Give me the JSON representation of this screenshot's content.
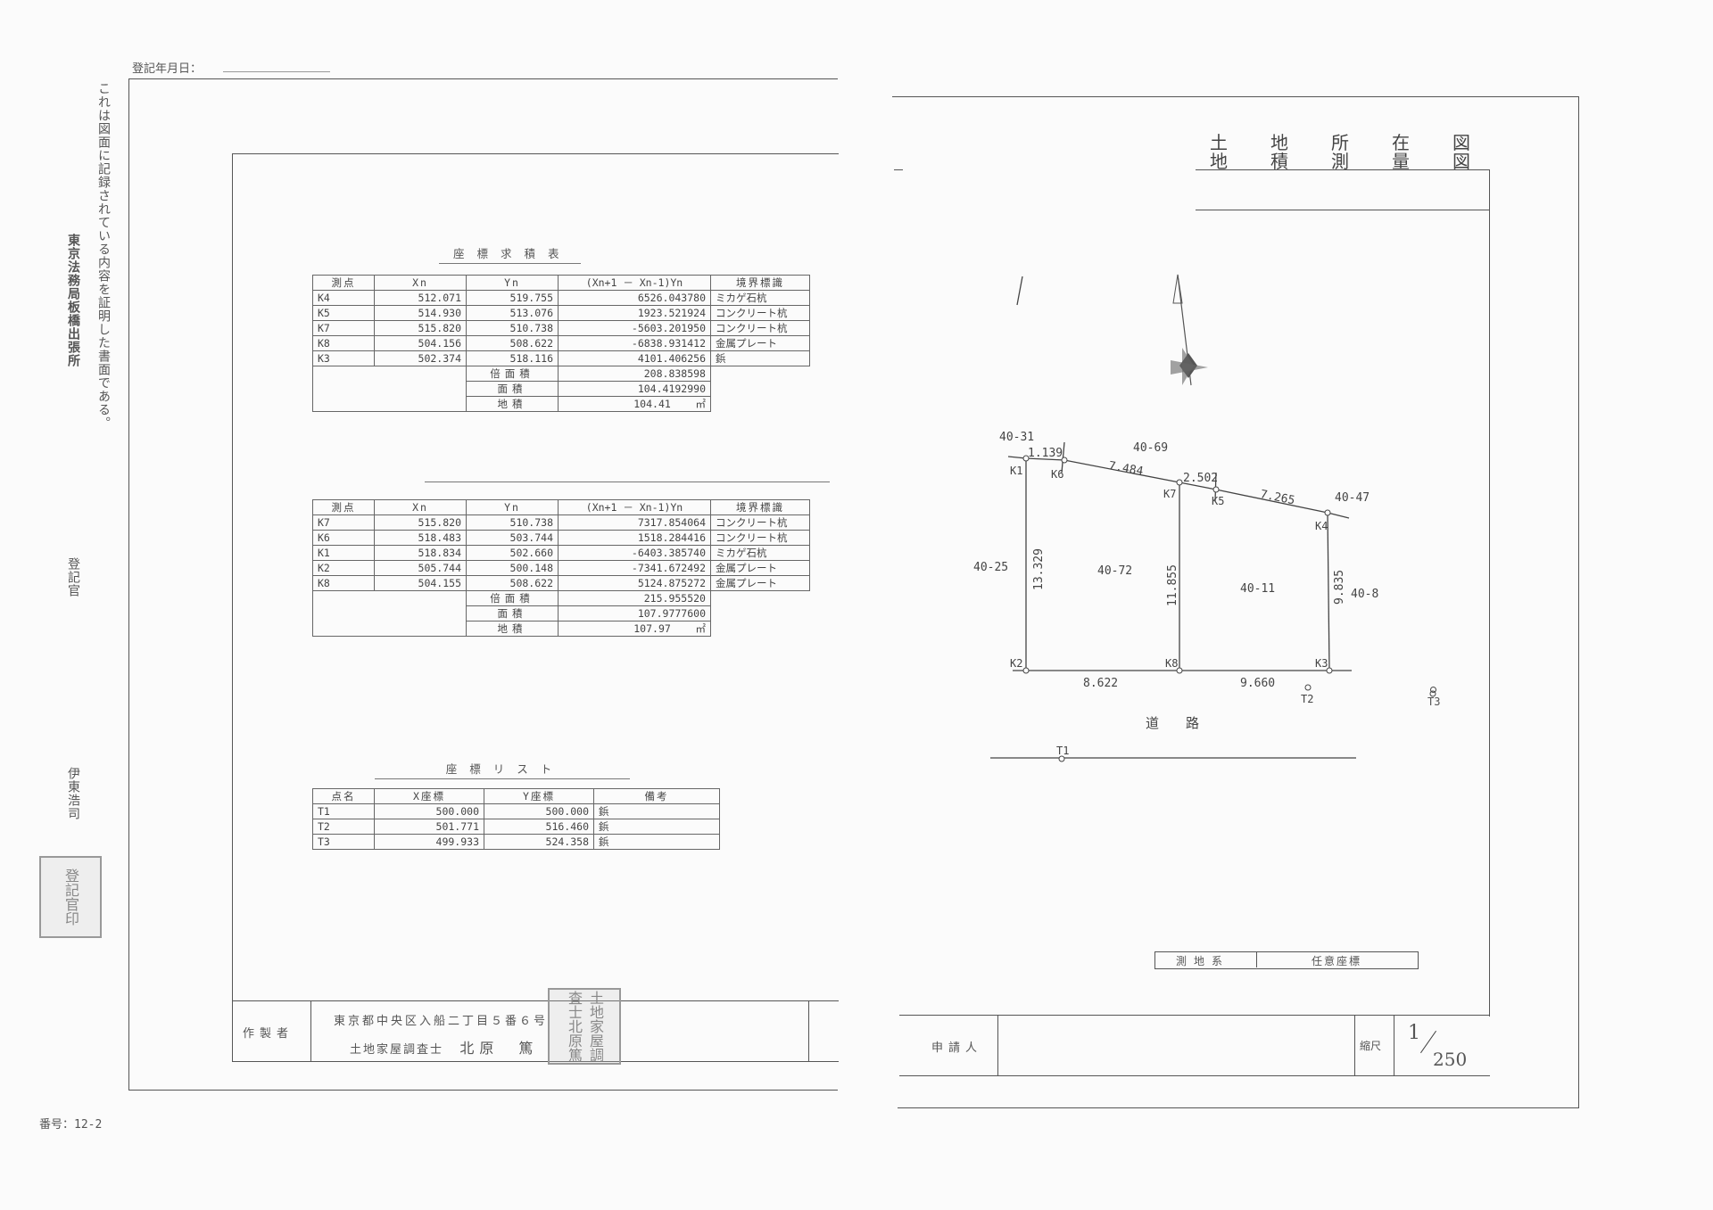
{
  "margin_left": {
    "registration_date_label": "登記年月日：",
    "certification_note": "これは図面に記録されている内容を証明した書面である。",
    "office": "東京法務局板橋出張所",
    "registrar_title": "登記官",
    "registrar_name": "伊東浩司",
    "seal_text": "登記官印",
    "sheet_number": "番号：12-2"
  },
  "area_table_1": {
    "title": "座標求積表",
    "headers": [
      "測点",
      "Xn",
      "Yn",
      "(Xn+1 － Xn-1)Yn",
      "境界標識"
    ],
    "rows": [
      [
        "K4",
        "512.071",
        "519.755",
        "6526.043780",
        "ミカゲ石杭"
      ],
      [
        "K5",
        "514.930",
        "513.076",
        "1923.521924",
        "コンクリート杭"
      ],
      [
        "K7",
        "515.820",
        "510.738",
        "-5603.201950",
        "コンクリート杭"
      ],
      [
        "K8",
        "504.156",
        "508.622",
        "-6838.931412",
        "金属プレート"
      ],
      [
        "K3",
        "502.374",
        "518.116",
        "4101.406256",
        "鋲"
      ]
    ],
    "summary": [
      {
        "label": "倍面積",
        "value": "208.838598"
      },
      {
        "label": "面積",
        "value": "104.4192990"
      },
      {
        "label": "地積",
        "value": "104.41",
        "unit": "㎡"
      }
    ]
  },
  "area_table_2": {
    "headers": [
      "測点",
      "Xn",
      "Yn",
      "(Xn+1 － Xn-1)Yn",
      "境界標識"
    ],
    "rows": [
      [
        "K7",
        "515.820",
        "510.738",
        "7317.854064",
        "コンクリート杭"
      ],
      [
        "K6",
        "518.483",
        "503.744",
        "1518.284416",
        "コンクリート杭"
      ],
      [
        "K1",
        "518.834",
        "502.660",
        "-6403.385740",
        "ミカゲ石杭"
      ],
      [
        "K2",
        "505.744",
        "500.148",
        "-7341.672492",
        "金属プレート"
      ],
      [
        "K8",
        "504.155",
        "508.622",
        "5124.875272",
        "金属プレート"
      ]
    ],
    "summary": [
      {
        "label": "倍面積",
        "value": "215.955520"
      },
      {
        "label": "面積",
        "value": "107.9777600"
      },
      {
        "label": "地積",
        "value": "107.97",
        "unit": "㎡"
      }
    ]
  },
  "coord_list": {
    "title": "座標リスト",
    "headers": [
      "点名",
      "X座標",
      "Y座標",
      "備考"
    ],
    "rows": [
      [
        "T1",
        "500.000",
        "500.000",
        "鋲"
      ],
      [
        "T2",
        "501.771",
        "516.460",
        "鋲"
      ],
      [
        "T3",
        "499.933",
        "524.358",
        "鋲"
      ]
    ]
  },
  "preparer": {
    "label": "作製者",
    "address": "東京都中央区入船二丁目５番６号",
    "title": "土地家屋調査士",
    "name": "北原　篤",
    "seal_text": "土地家屋調査士北原篤"
  },
  "map_sheet": {
    "title_line1": "土　地　所　在　図",
    "title_line2": "地　積　測　量　図",
    "survey_system_label": "測地系",
    "survey_system_value": "任意座標",
    "applicant_label": "申請人",
    "applicant_value": "",
    "scale_label": "縮尺",
    "scale_numerator": "1",
    "scale_denominator": "250"
  },
  "plot_plan": {
    "parcels": {
      "p40_31": "40-31",
      "p40_69": "40-69",
      "p40_47": "40-47",
      "p40_25": "40-25",
      "p40_72": "40-72",
      "p40_11": "40-11",
      "p40_8": "40-8"
    },
    "points": {
      "K1": "K1",
      "K2": "K2",
      "K3": "K3",
      "K4": "K4",
      "K5": "K5",
      "K6": "K6",
      "K7": "K7",
      "K8": "K8",
      "T1": "T1",
      "T2": "T2",
      "T3": "T3"
    },
    "distances": {
      "d_k1_k6": "1.139",
      "d_k6_k7": "7.484",
      "d_k7_k5": "2.502",
      "d_k5_k4": "7.265",
      "d_k1_k2": "13.329",
      "d_k7_k8": "11.855",
      "d_k4_k3": "9.835",
      "d_k2_k8": "8.622",
      "d_k8_k3": "9.660"
    },
    "road_label": "道　　路"
  }
}
